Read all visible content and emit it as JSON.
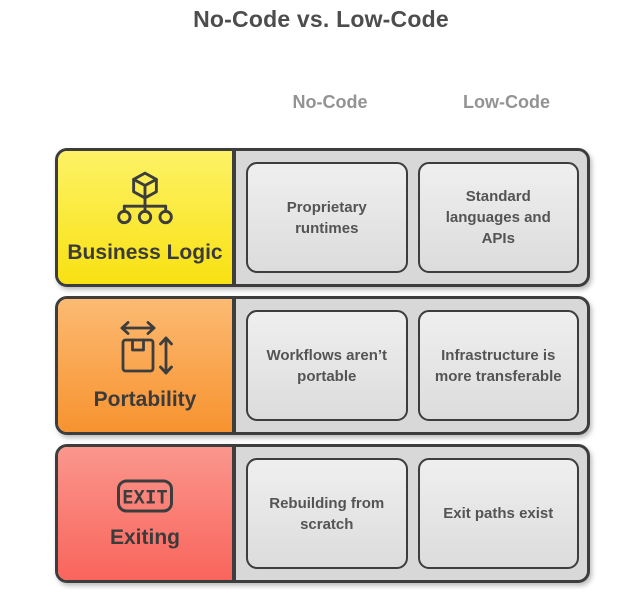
{
  "title": "No-Code vs. Low-Code",
  "columns": {
    "no_code": "No-Code",
    "low_code": "Low-Code"
  },
  "rows": [
    {
      "label": "Business Logic",
      "icon": "cube-hierarchy-icon",
      "accent_gradient": [
        "#fdf266",
        "#f8e112"
      ],
      "no_code": "Proprietary runtimes",
      "low_code": "Standard languages and APIs"
    },
    {
      "label": "Portability",
      "icon": "package-dimensions-icon",
      "accent_gradient": [
        "#fcba72",
        "#f79330"
      ],
      "no_code": "Workflows aren’t portable",
      "low_code": "Infrastructure is more transferable"
    },
    {
      "label": "Exiting",
      "icon": "exit-sign-icon",
      "icon_text": "EXIT",
      "accent_gradient": [
        "#fa968d",
        "#f9655c"
      ],
      "no_code": "Rebuilding from scratch",
      "low_code": "Exit paths exist"
    }
  ],
  "colors": {
    "background": "#ffffff",
    "outline": "#3d3d3d",
    "row_background": "#d8d8d8",
    "cell_background_top": "#efefef",
    "cell_background_bottom": "#dcdcdc",
    "title_text": "#4d4d4d",
    "header_text": "#939393",
    "label_text": "#3b3b3b",
    "cell_text": "#545454"
  }
}
